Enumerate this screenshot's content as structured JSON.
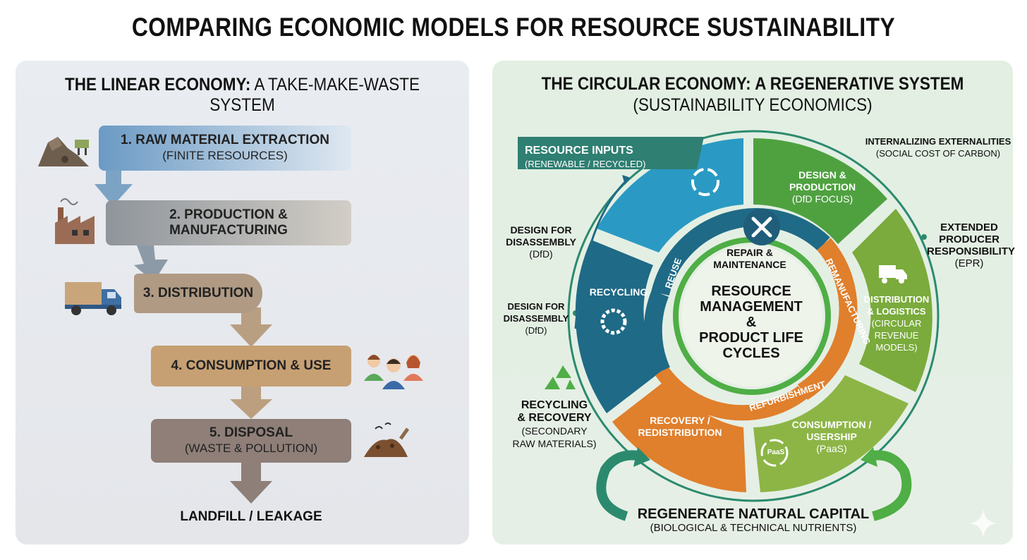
{
  "title": "COMPARING ECONOMIC MODELS FOR RESOURCE SUSTAINABILITY",
  "linear": {
    "title_bold": "THE LINEAR ECONOMY:",
    "title_rest": " A TAKE-MAKE-WASTE SYSTEM",
    "steps": [
      {
        "l1": "1. RAW MATERIAL EXTRACTION",
        "l2": "(FINITE RESOURCES)",
        "color": "#6f9cc4"
      },
      {
        "l1": "2. PRODUCTION &",
        "l2": "MANUFACTURING",
        "color": "#9aa0a6"
      },
      {
        "l1": "3. DISTRIBUTION",
        "l2": "",
        "color": "#a38d78"
      },
      {
        "l1": "4. CONSUMPTION & USE",
        "l2": "",
        "color": "#c19a6a"
      },
      {
        "l1": "5. DISPOSAL",
        "l2": "(WASTE & POLLUTION)",
        "color": "#8e7f78"
      }
    ],
    "end_label": "LANDFILL / LEAKAGE"
  },
  "circular": {
    "title_l1": "THE CIRCULAR ECONOMY: A REGENERATIVE SYSTEM",
    "title_l2": "(SUSTAINABILITY ECONOMICS)",
    "resource_inputs": {
      "l1": "RESOURCE INPUTS",
      "l2": "(RENEWABLE / RECYCLED)"
    },
    "segments": {
      "design": {
        "l1": "DESIGN &",
        "l2": "PRODUCTION",
        "l3": "(DfD FOCUS)"
      },
      "distribution": {
        "l1": "DISTRIBUTION",
        "l2": "& LOGISTICS",
        "l3": "(CIRCULAR",
        "l4": "REVENUE",
        "l5": "MODELS)"
      },
      "consumption": {
        "l1": "CONSUMPTION /",
        "l2": "USERSHIP",
        "l3": "(PaaS)"
      },
      "recovery": {
        "l1": "RECOVERY /",
        "l2": "REDISTRIBUTION"
      },
      "recycling": "RECYCLING"
    },
    "paas_badge": "PaaS",
    "inner": {
      "repair_l1": "REPAIR &",
      "repair_l2": "MAINTENANCE",
      "reuse": "REUSE",
      "remanufacturing": "REMANUFACTURING",
      "refurbishment": "REFURBISHMENT"
    },
    "center": {
      "l1": "RESOURCE",
      "l2": "MANAGEMENT &",
      "l3": "PRODUCT LIFE",
      "l4": "CYCLES"
    },
    "side_labels": {
      "externalities_l1": "INTERNALIZING EXTERNALITIES",
      "externalities_l2": "(SOCIAL COST OF CARBON)",
      "epr_l1": "EXTENDED",
      "epr_l2": "PRODUCER",
      "epr_l3": "RESPONSIBILITY",
      "epr_l4": "(EPR)",
      "dfd1_l1": "DESIGN FOR",
      "dfd1_l2": "DISASSEMBLY",
      "dfd1_l3": "(DfD)",
      "dfd2_l1": "DESIGN FOR",
      "dfd2_l2": "DISASSEMBLY",
      "dfd2_l3": "(DfD)",
      "rr_l1": "RECYCLING",
      "rr_l2": "& RECOVERY",
      "rr_l3": "(SECONDARY",
      "rr_l4": "RAW MATERIALS)"
    },
    "regenerate": {
      "l1": "REGENERATE NATURAL CAPITAL",
      "l2": "(BIOLOGICAL & TECHNICAL NUTRIENTS)"
    }
  }
}
